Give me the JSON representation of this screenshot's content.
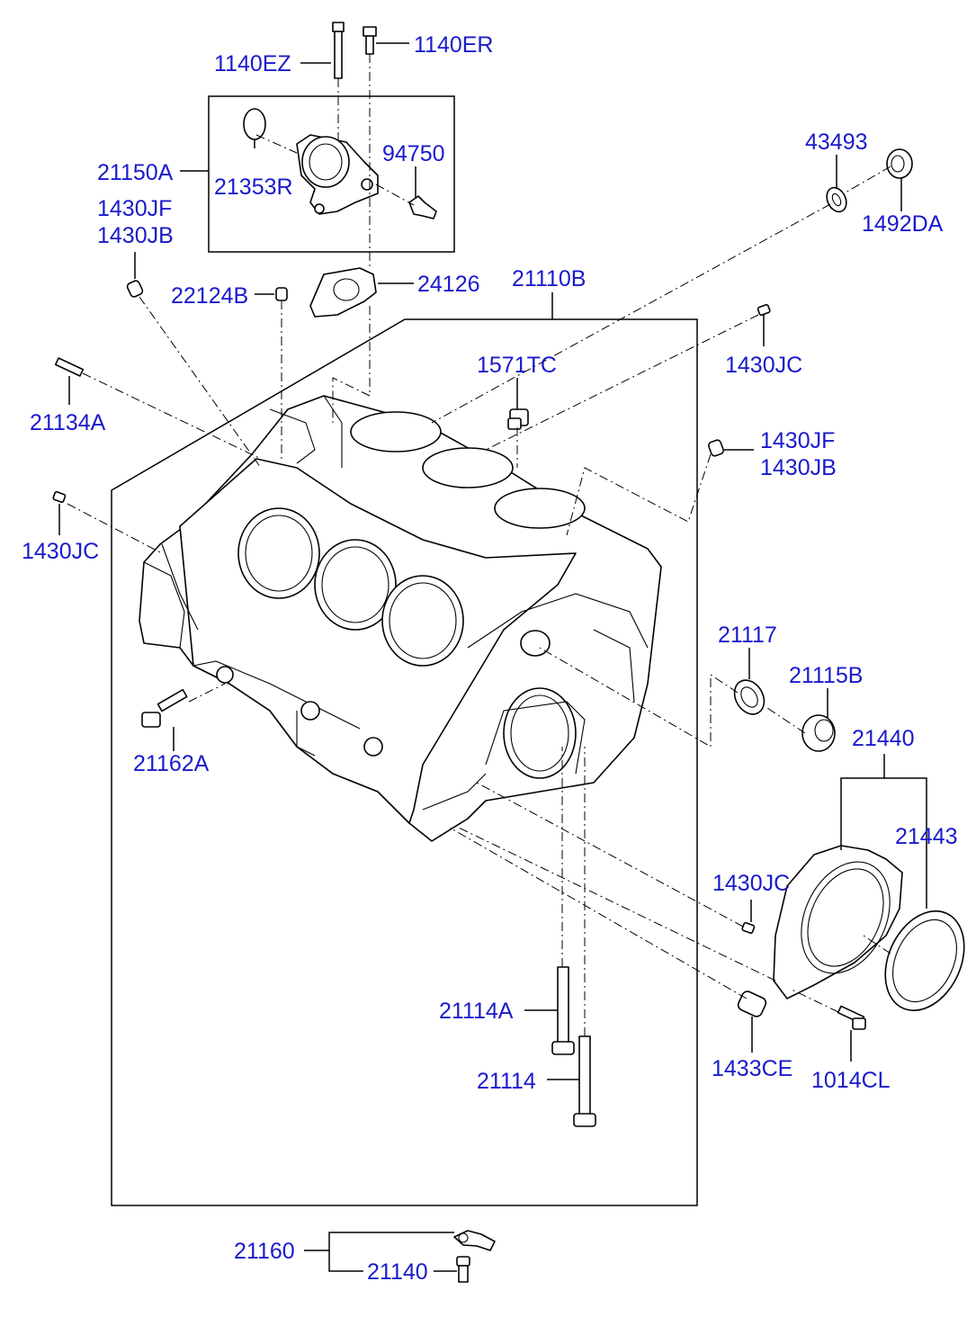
{
  "labels": {
    "p1140EZ": "1140EZ",
    "p1140ER": "1140ER",
    "p94750": "94750",
    "p21150A": "21150A",
    "p21353R": "21353R",
    "p1430JF_a": "1430JF",
    "p1430JB_a": "1430JB",
    "p43493": "43493",
    "p1492DA": "1492DA",
    "p22124B": "22124B",
    "p24126": "24126",
    "p21110B": "21110B",
    "p1571TC": "1571TC",
    "p1430JC_a": "1430JC",
    "p21134A": "21134A",
    "p1430JF_b": "1430JF",
    "p1430JB_b": "1430JB",
    "p1430JC_b": "1430JC",
    "p21117": "21117",
    "p21115B": "21115B",
    "p21162A": "21162A",
    "p21440": "21440",
    "p21443": "21443",
    "p1430JC_c": "1430JC",
    "p21114A": "21114A",
    "p21114": "21114",
    "p1433CE": "1433CE",
    "p1014CL": "1014CL",
    "p21160": "21160",
    "p21140": "21140"
  },
  "colors": {
    "label": "#1a1acc",
    "line": "#000000"
  }
}
